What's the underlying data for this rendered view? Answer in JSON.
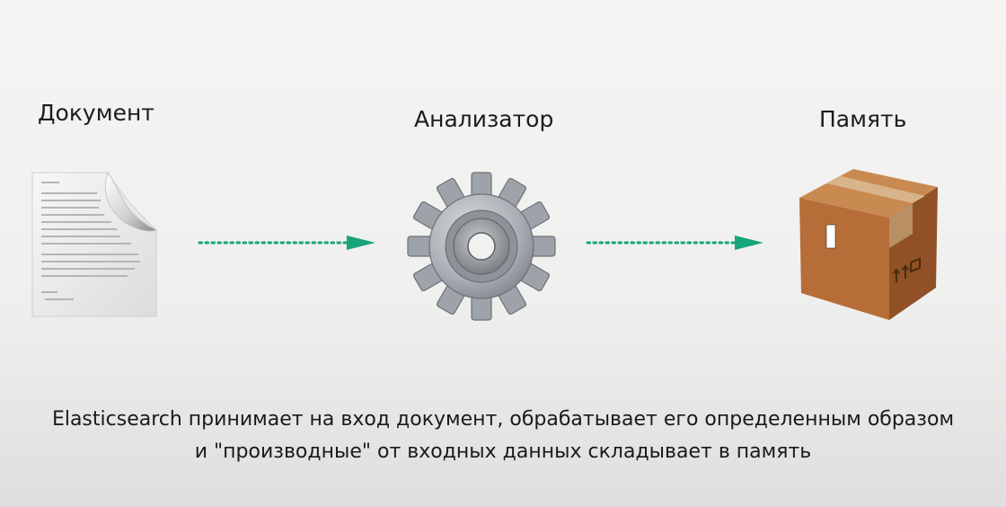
{
  "diagram": {
    "labels": {
      "document": "Документ",
      "analyzer": "Анализатор",
      "memory": "Память"
    },
    "caption": {
      "line1": "Elasticsearch принимает на вход документ, обрабатывает его определенным образом",
      "line2": "и \"производные\" от входных данных складывает в память"
    },
    "icons": {
      "document": "document-icon",
      "analyzer": "gear-icon",
      "memory": "cardboard-box-icon",
      "arrows": "dotted-arrow-icon"
    },
    "colors": {
      "arrow": "#17a57a",
      "text": "#1c1c1c"
    }
  }
}
